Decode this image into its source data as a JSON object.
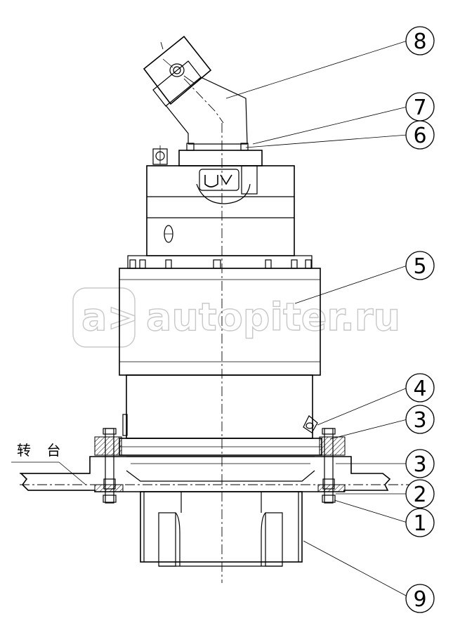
{
  "drawing": {
    "parts_label": "转 台",
    "callouts": [
      {
        "id": "8",
        "text": "8"
      },
      {
        "id": "7",
        "text": "7"
      },
      {
        "id": "6",
        "text": "6"
      },
      {
        "id": "5",
        "text": "5"
      },
      {
        "id": "4",
        "text": "4"
      },
      {
        "id": "3a",
        "text": "3"
      },
      {
        "id": "3b",
        "text": "3"
      },
      {
        "id": "2",
        "text": "2"
      },
      {
        "id": "1",
        "text": "1"
      },
      {
        "id": "9",
        "text": "9"
      }
    ]
  },
  "watermark": {
    "logo_text": "a>",
    "text": "autopiter.ru"
  }
}
